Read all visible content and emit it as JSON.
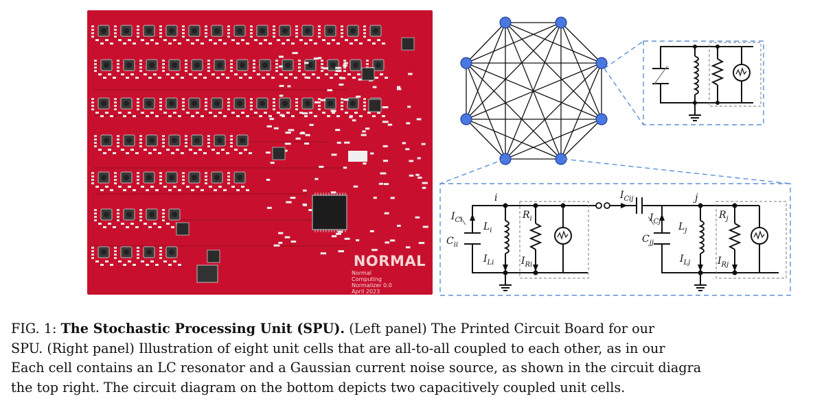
{
  "pcb": {
    "brand": "NORMAL",
    "sub_lines": [
      "Normal Computing",
      "Normalizer 0.0",
      "April 2023"
    ]
  },
  "diagram": {
    "node_color": "#4a78e0",
    "box_color": "#5a8fd6",
    "labels": {
      "i": "i",
      "j": "j",
      "I_Cij": "I",
      "I_Cij_sub": "Cij",
      "I_Ci": "I",
      "I_Ci_sub": "Ci",
      "C_ii": "C",
      "C_ii_sub": "ii",
      "L_i": "L",
      "L_i_sub": "i",
      "I_Li": "I",
      "I_Li_sub": "Li",
      "R_i": "R",
      "R_i_sub": "i",
      "I_Ri": "I",
      "I_Ri_sub": "Ri",
      "I_Cj": "I",
      "I_Cj_sub": "Cj",
      "C_jj": "C",
      "C_jj_sub": "jj",
      "L_j": "L",
      "L_j_sub": "j",
      "I_Lj": "I",
      "I_Lj_sub": "Lj",
      "R_j": "R",
      "R_j_sub": "j",
      "I_Rj": "I",
      "I_Rj_sub": "Rj"
    }
  },
  "caption": {
    "label": "FIG. 1:",
    "title": "The Stochastic Processing Unit (SPU).",
    "line1_rest": "(Left panel) The Printed Circuit Board for our",
    "line2": "SPU. (Right panel) Illustration of eight unit cells that are all-to-all coupled to each other, as in our",
    "line3": "Each cell contains an LC resonator and a Gaussian current noise source, as shown in the circuit diagra",
    "line4": "the top right. The circuit diagram on the bottom depicts two capacitively coupled unit cells."
  }
}
